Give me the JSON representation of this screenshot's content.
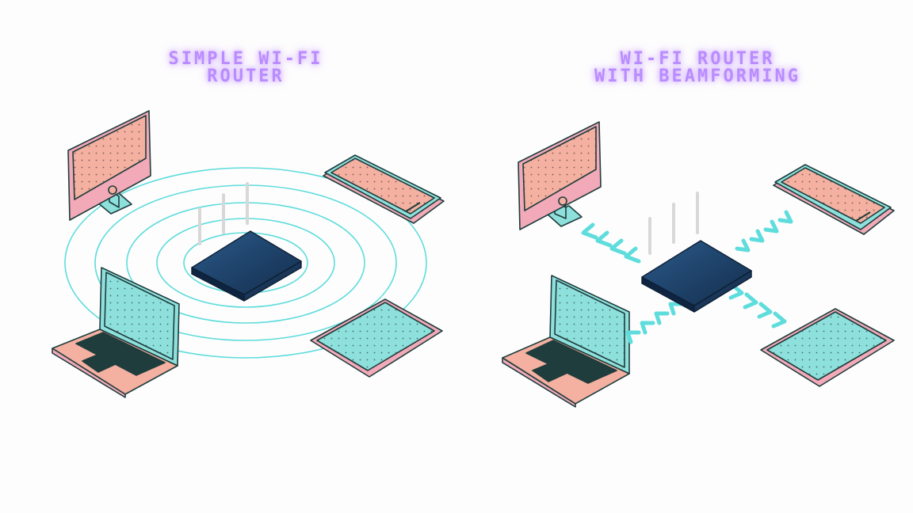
{
  "left_panel": {
    "title_line1": "SIMPLE WI-FI",
    "title_line2": "ROUTER"
  },
  "right_panel": {
    "title_line1": "WI-FI ROUTER",
    "title_line2": "WITH BEAMFORMING"
  },
  "colors": {
    "title": "#b98cff",
    "waves": "#5fdcdc",
    "arrows": "#5fdcdc",
    "router": "#1d3f66",
    "screen_salmon": "#f4b0a0",
    "screen_teal": "#8ee0dc",
    "device_pink": "#f2a9b8",
    "outline": "#1f3d3d"
  },
  "icons": [
    "router-icon",
    "monitor-icon",
    "phone-icon",
    "laptop-icon",
    "tablet-icon",
    "signal-wave-icon",
    "beam-arrow-icon"
  ]
}
